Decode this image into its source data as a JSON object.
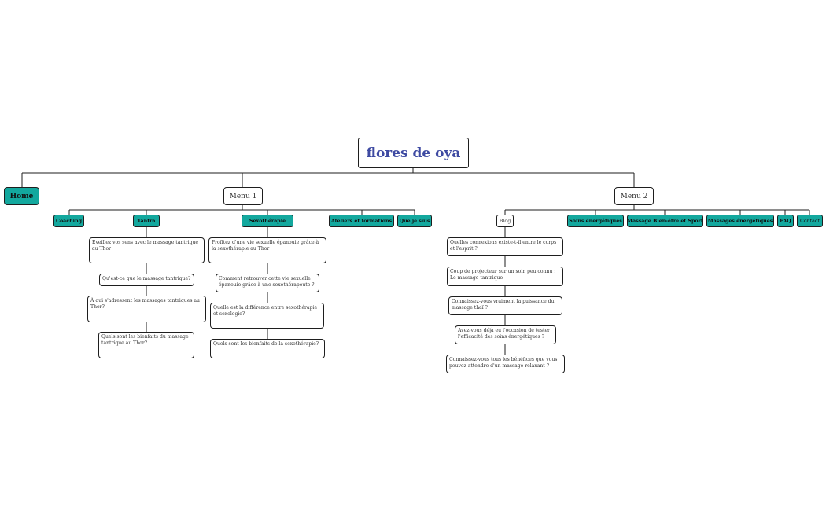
{
  "site": {
    "title": "flores de oya"
  },
  "home": {
    "label": "Home"
  },
  "menu1": {
    "label": "Menu 1",
    "items": [
      "Coaching",
      "Tantra",
      "Sexothérapie",
      "Ateliers et formations",
      "Que je suis"
    ]
  },
  "menu2": {
    "label": "Menu 2",
    "items": [
      "Blog",
      "Soins énergétiques",
      "Massage Bien-être et Sport",
      "Massages énergétiques",
      "FAQ",
      "Contact"
    ]
  },
  "tantra_pages": [
    "Éveillez vos sens avec le massage tantrique au Thor",
    "Qu'est-ce que le massage tantrique?",
    "À qui s'adressent les massages tantriques au Thor?",
    "Quels sont les bienfaits du massage tantrique au Thor?"
  ],
  "sexo_pages": [
    "Profitez d'une vie sexuelle épanouie grâce à la sexothérapie au Thor",
    "Comment retrouver cette vie sexuelle épanouie grâce à une sexothérapeute ?",
    "Quelle est la différence entre sexothérapie et sexologie?",
    "Quels sont les bienfaits de la sexothérapie?"
  ],
  "blog_pages": [
    "Quelles connexions existe-t-il entre le corps et l'esprit ?",
    "Coup de projecteur sur un soin peu connu : Le massage tantrique",
    "Connaissez-vous vraiment la puissance du massage thaï ?",
    "Avez-vous déjà eu l'occasion de tester l'efficacité des soins énergétiques ?",
    "Connaissez-vous tous les bénéfices que vous pouvez attendre d'un massage relaxant ?"
  ],
  "colors": {
    "teal": "#13a89e",
    "title": "#3e4aa2",
    "line": "#1e1e1e"
  }
}
